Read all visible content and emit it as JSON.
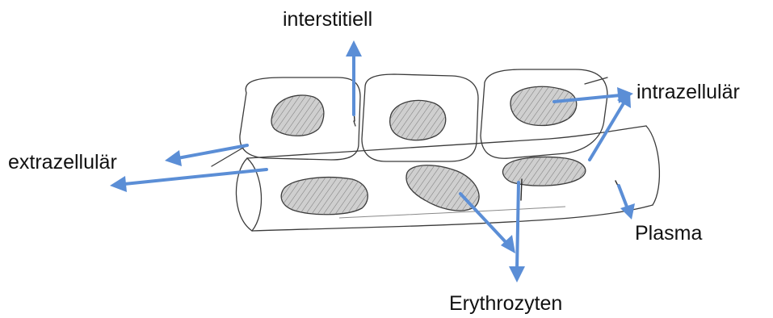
{
  "diagram": {
    "labels": {
      "interstitiell": "interstitiell",
      "intrazellular": "intrazellulär",
      "extrazellular": "extrazellulär",
      "plasma": "Plasma",
      "erythrozyten": "Erythrozyten"
    },
    "colors": {
      "arrow": "#5b8ed6",
      "sketch": "#3a3a3a",
      "nucleus": "#cfcfcf"
    }
  }
}
